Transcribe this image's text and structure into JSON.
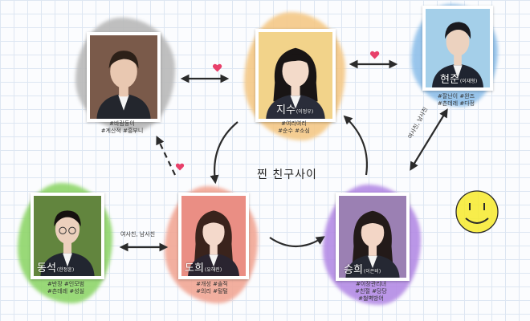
{
  "title": "찐 친구사이",
  "characters": [
    {
      "id": "top-left",
      "name": "",
      "tags": [
        "#바람둥이",
        "#계산적 #흥부니"
      ],
      "colors": {
        "splash": "#b9b9b9",
        "photo": "#7a5a4a",
        "hair": "#2c2018",
        "skin": "#e9c8b1",
        "uniform": "#23262d"
      }
    },
    {
      "id": "jisu",
      "name": "지수",
      "sub": "(이정우)",
      "tags": [
        "#여리여리",
        "#순수 #소심"
      ],
      "colors": {
        "splash": "#f5c987",
        "photo": "#f2d38a",
        "hair": "#191515",
        "skin": "#f3dac9",
        "uniform": "#2a2d3a"
      }
    },
    {
      "id": "hyeonjun",
      "name": "현준",
      "sub": "(이재형)",
      "tags": [
        "#잘난이 #완즈",
        "#츤데레 #다정"
      ],
      "colors": {
        "splash": "#8fc0ea",
        "photo": "#a4cfe9",
        "hair": "#1a1a1f",
        "skin": "#ecd2bf",
        "uniform": "#1f2430"
      }
    },
    {
      "id": "dongseok",
      "name": "동석",
      "sub": "(한정훈)",
      "tags": [
        "#반장 #인모범",
        "#츤데레 #성실"
      ],
      "colors": {
        "splash": "#8fd66a",
        "photo": "#62853e",
        "hair": "#15110f",
        "skin": "#ecd0bd",
        "uniform": "#222630"
      }
    },
    {
      "id": "dohui",
      "name": "도희",
      "sub": "(유해린)",
      "tags": [
        "#개성 #솔직",
        "#의리 #털털"
      ],
      "colors": {
        "splash": "#f2a795",
        "photo": "#ea8e84",
        "hair": "#3a231c",
        "skin": "#f4d9cb",
        "uniform": "#2a2430"
      }
    },
    {
      "id": "seunghui",
      "name": "승희",
      "sub": "(이은비)",
      "tags": [
        "#이장관리녀",
        "#친절 #당당",
        "#철벽방어"
      ],
      "colors": {
        "splash": "#b48be5",
        "photo": "#9b80b3",
        "hair": "#231a19",
        "skin": "#f3d6c6",
        "uniform": "#252833"
      }
    }
  ],
  "relationship_labels": {
    "dongseok_dohui": "여사친, 남사친",
    "seunghui_hyeonjun": "여사친, 남사친"
  },
  "colors": {
    "arrow": "#2b2b2b",
    "heart": "#e8406a",
    "smiley": "#f7ea2c",
    "smiley_line": "#2a2a2a"
  },
  "icons": [
    "heart-icon",
    "smiley-icon",
    "arrow"
  ]
}
